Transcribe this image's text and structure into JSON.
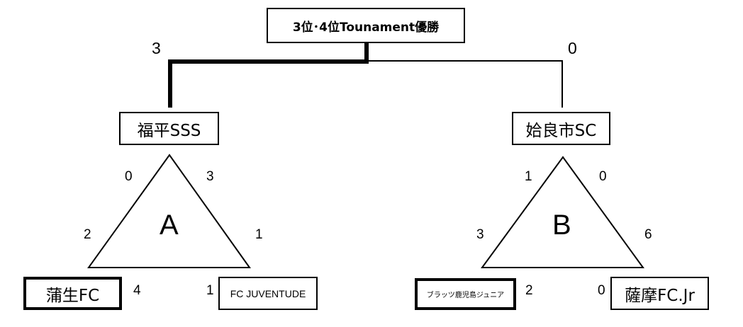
{
  "final": {
    "title": "3位･4位Tounament優勝",
    "left_score": "3",
    "right_score": "0"
  },
  "group_a": {
    "label": "A",
    "winner": "福平SSS",
    "team_left": "蒲生FC",
    "team_right": "FC JUVENTUDE",
    "score_top_left": "0",
    "score_top_right": "3",
    "score_mid_left": "2",
    "score_mid_right": "1",
    "score_bottom_left": "4",
    "score_bottom_right": "1"
  },
  "group_b": {
    "label": "B",
    "winner": "姶良市SC",
    "team_left": "ブラッツ鹿児島ジュニア",
    "team_right": "薩摩FC.Jr",
    "score_top_left": "1",
    "score_top_right": "0",
    "score_mid_left": "3",
    "score_mid_right": "6",
    "score_bottom_left": "2",
    "score_bottom_right": "0"
  }
}
